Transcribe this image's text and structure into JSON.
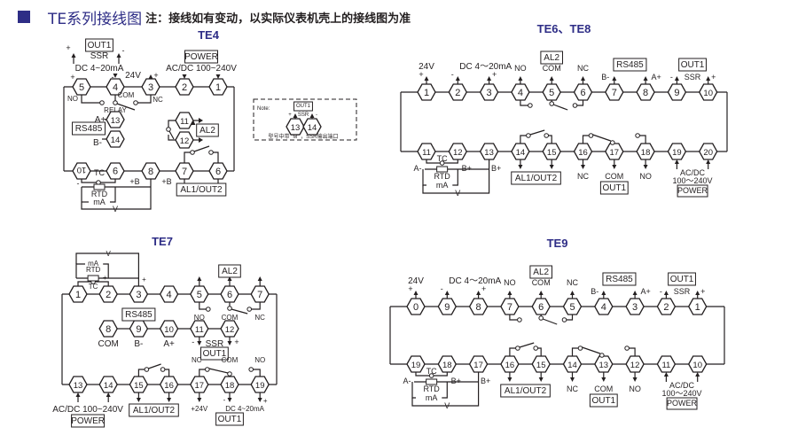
{
  "header": {
    "title": "TE系列接线图",
    "note": "注：接线如有变动，以实际仪表机壳上的接线图为准",
    "accent_color": "#2e2d86"
  },
  "diagrams": {
    "te4": {
      "title": "TE4",
      "terminals": [
        "5",
        "4",
        "3",
        "2",
        "1",
        "13",
        "14",
        "11",
        "12",
        "10",
        "9",
        "8",
        "7",
        "6"
      ],
      "labels": {
        "out1": "OUT1",
        "ssr": "SSR",
        "dc": "DC 4~20mA",
        "v24": "24V",
        "power": "POWER",
        "acdc": "AC/DC 100~240V",
        "no": "NO",
        "com": "COM",
        "nc": "NC",
        "relay": "RELAY",
        "aplus": "A+",
        "bminus": "B-",
        "rs485": "RS485",
        "al2": "AL2",
        "tc": "TC",
        "rtd": "RTD",
        "ma": "mA",
        "v": "V",
        "plusb": "+B",
        "al1out2": "AL1/OUT2"
      }
    },
    "note_box": {
      "title": "Note:",
      "out1": "OUT1",
      "ssr": "SSR",
      "t1": "13",
      "t2": "14",
      "caption": "型号中带 \"M\" ，SSR输出端口"
    },
    "te6": {
      "title": "TE6、TE8",
      "top_terminals": [
        "1",
        "2",
        "3",
        "4",
        "5",
        "6",
        "7",
        "8",
        "9",
        "10"
      ],
      "bottom_terminals": [
        "11",
        "12",
        "13",
        "14",
        "15",
        "16",
        "17",
        "18",
        "19",
        "20"
      ],
      "labels": {
        "v24": "24V",
        "dc": "DC 4～20mA",
        "no": "NO",
        "com": "COM",
        "nc": "NC",
        "al2": "AL2",
        "rs485": "RS485",
        "bminus": "B-",
        "aplus": "A+",
        "out1": "OUT1",
        "ssr": "SSR",
        "tc": "TC",
        "aminus": "A-",
        "bplus": "B+",
        "rtd": "RTD",
        "ma": "mA",
        "v": "V",
        "al1out2": "AL1/OUT2",
        "acdc": "AC/DC",
        "range": "100～240V",
        "power": "POWER"
      }
    },
    "te7": {
      "title": "TE7",
      "top_terminals": [
        "1",
        "2",
        "3",
        "4",
        "5",
        "6",
        "7"
      ],
      "mid_terminals": [
        "8",
        "9",
        "10",
        "11",
        "12"
      ],
      "bottom_terminals": [
        "13",
        "14",
        "15",
        "16",
        "17",
        "18",
        "19"
      ],
      "labels": {
        "v": "V",
        "ma": "mA",
        "rtd": "RTD",
        "tc": "TC",
        "al2": "AL2",
        "no": "NO",
        "com": "COM",
        "nc": "NC",
        "rs485": "RS485",
        "bminus": "B-",
        "aplus": "A+",
        "ssr": "SSR",
        "out1": "OUT1",
        "acdc": "AC/DC 100~240V",
        "power": "POWER",
        "al1out2": "AL1/OUT2",
        "v24": "+24V",
        "dc": "DC 4~20mA"
      }
    },
    "te9": {
      "title": "TE9",
      "top_terminals": [
        "0",
        "9",
        "8",
        "7",
        "6",
        "5",
        "4",
        "3",
        "2",
        "1"
      ],
      "bottom_terminals": [
        "19",
        "18",
        "17",
        "16",
        "15",
        "14",
        "13",
        "12",
        "11",
        "10"
      ],
      "labels": {
        "v24": "24V",
        "dc": "DC 4～20mA",
        "no": "NO",
        "com": "COM",
        "nc": "NC",
        "al2": "AL2",
        "rs485": "RS485",
        "bminus": "B-",
        "aplus": "A+",
        "out1": "OUT1",
        "ssr": "SSR",
        "tc": "TC",
        "aminus": "A-",
        "bplus": "B+",
        "rtd": "RTD",
        "ma": "mA",
        "v": "V",
        "al1out2": "AL1/OUT2",
        "acdc": "AC/DC",
        "range": "100～240V",
        "power": "POWER"
      }
    }
  }
}
